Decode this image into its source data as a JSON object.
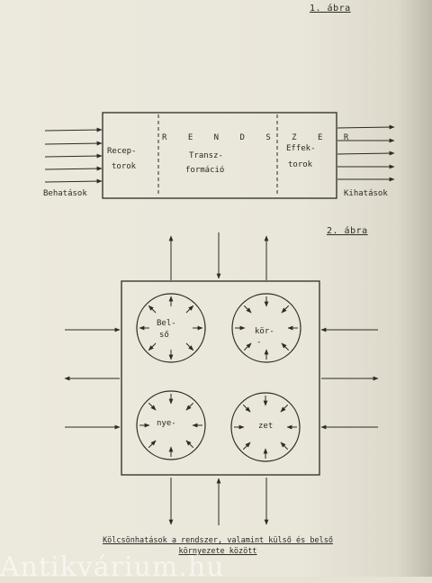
{
  "figure1": {
    "label": "1. ábra",
    "system_title": "R E N D S Z E R",
    "left_section": [
      "Recep-",
      "torok"
    ],
    "middle_section": [
      "Transz-",
      "formáció"
    ],
    "right_section": [
      "Effek-",
      "torok"
    ],
    "inputs_label": "Behatások",
    "outputs_label": "Kihatások"
  },
  "figure2": {
    "label": "2. ábra",
    "circle_words": [
      "Bel-",
      "ső",
      "kör-",
      "-",
      "nye-",
      "zet"
    ]
  },
  "caption": {
    "line1": "Kölcsönhatások a rendszer, valamint külső és belső",
    "line2": "környezete között"
  },
  "watermark": "Antikvárium.hu",
  "colors": {
    "paper": "#e9e6da",
    "ink": "#2b2a26"
  }
}
